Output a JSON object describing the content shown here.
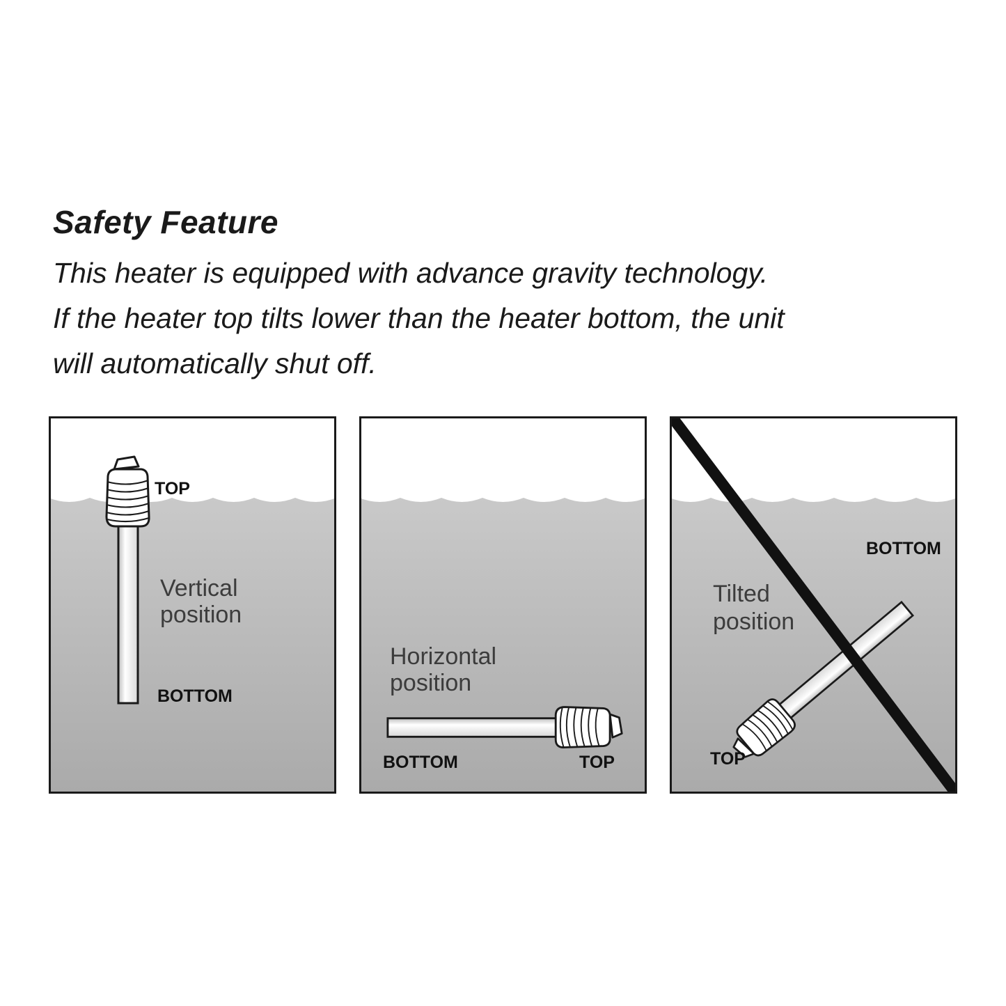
{
  "title": "Safety Feature",
  "description_lines": [
    "This heater is equipped with advance gravity technology.",
    "If the heater top tilts lower than the heater bottom, the unit",
    "will automatically shut off."
  ],
  "panels": {
    "vertical": {
      "label_line1": "Vertical",
      "label_line2": "position",
      "top": "TOP",
      "bottom": "BOTTOM"
    },
    "horizontal": {
      "label_line1": "Horizontal",
      "label_line2": "position",
      "top": "TOP",
      "bottom": "BOTTOM"
    },
    "tilted": {
      "label_line1": "Tilted",
      "label_line2": "position",
      "top": "TOP",
      "bottom": "BOTTOM"
    }
  },
  "colors": {
    "ink": "#1a1a1a",
    "water_top": "#c9c9c9",
    "water_bottom": "#aaaaaa",
    "prohibition_cross": "#111111"
  }
}
